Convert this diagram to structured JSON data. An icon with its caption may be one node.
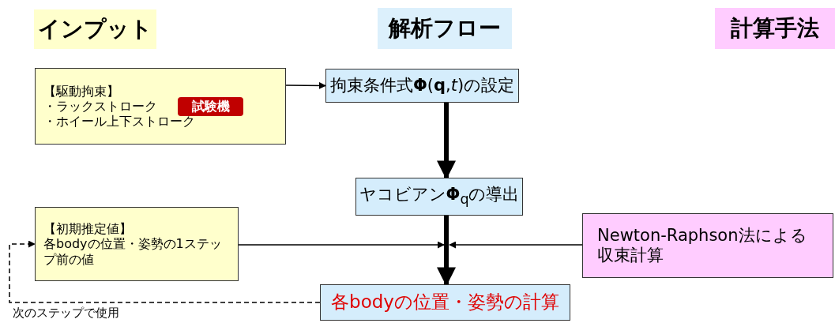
{
  "diagram": {
    "nodes": [
      {
        "text": [
          "インプット"
        ]
      },
      {
        "text": [
          "解析フロー"
        ]
      },
      {
        "text": [
          "計算手法"
        ]
      },
      {
        "text": [
          "【駆動拘束】",
          "・ラックストローク",
          "・ホイール上下ストローク"
        ]
      },
      {
        "text": [
          "試験機"
        ],
        "in": 3
      },
      {
        "text": [
          "拘束条件式**Φ**(**q**,*t*)の設定"
        ]
      },
      {
        "text": [
          "ヤコビアン**Φ**$_{q}$の導出"
        ]
      },
      {
        "text": [
          "【初期推定値】",
          "各bodyの位置・姿勢の1ステップ前の値"
        ]
      },
      {
        "text": [
          "Newton-Raphson法による収束計算"
        ]
      },
      {
        "text": [
          "各bodyの位置・姿勢の計算"
        ]
      }
    ],
    "edges": [
      {
        "from": 3,
        "to": 5,
        "arrow": "to"
      },
      {
        "from": 5,
        "to": 6,
        "arrow": "to",
        "style": "thick"
      },
      {
        "from": 6,
        "to": 9,
        "arrow": "to",
        "style": "thick"
      },
      {
        "from": 7,
        "to": null,
        "arrow": "to"
      },
      {
        "from": 8,
        "to": null,
        "arrow": "to"
      },
      {
        "from": 9,
        "to": 7,
        "arrow": "to",
        "style": "dashed",
        "label": "次のステップで使用"
      }
    ]
  }
}
